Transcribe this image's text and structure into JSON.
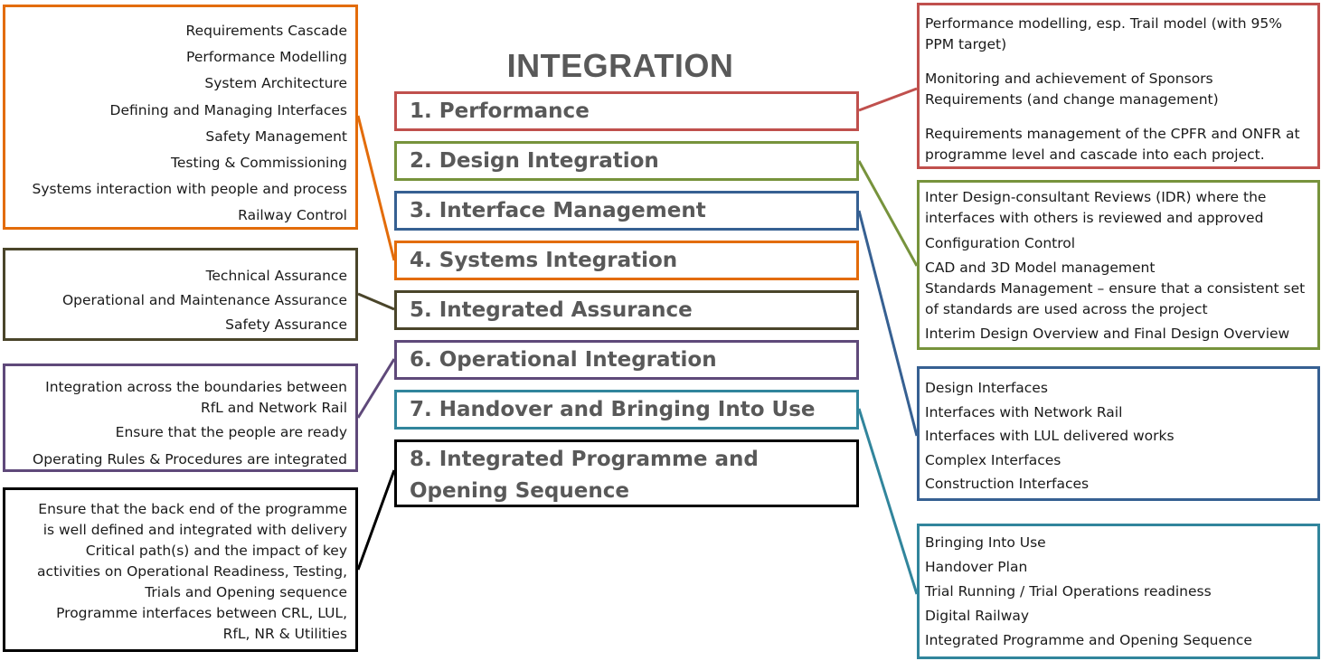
{
  "title": "INTEGRATION",
  "colors": {
    "orange": "#E36C0A",
    "red": "#C0504D",
    "green": "#77933C",
    "blue": "#366092",
    "olive": "#4A452A",
    "purple": "#5F497A",
    "teal": "#31859C",
    "black": "#000000"
  },
  "topics": [
    "1. Performance",
    "2. Design Integration",
    "3. Interface Management",
    "4. Systems Integration",
    "5. Integrated Assurance",
    "6. Operational Integration",
    "7. Handover and Bringing Into Use",
    "8. Integrated Programme and Opening Sequence"
  ],
  "left_boxes": {
    "systems": [
      "Requirements Cascade",
      "Performance Modelling",
      "System Architecture",
      "Defining and Managing Interfaces",
      "Safety Management",
      "Testing & Commissioning",
      "Systems interaction with people and process",
      "Railway Control"
    ],
    "assurance": [
      "Technical Assurance",
      "Operational and Maintenance Assurance",
      "Safety Assurance"
    ],
    "operational": [
      "Integration across the boundaries between RfL and Network Rail",
      "Ensure that the people are ready",
      "Operating Rules & Procedures are integrated"
    ],
    "programme": [
      "Ensure that the back end of the programme is well defined and integrated with delivery",
      "Critical path(s) and the impact of key activities on Operational Readiness, Testing, Trials and Opening sequence",
      "Programme interfaces between CRL, LUL, RfL, NR & Utilities"
    ]
  },
  "right_boxes": {
    "performance": [
      "Performance modelling, esp. Trail model (with 95% PPM target)",
      "Monitoring and achievement of Sponsors Requirements (and change management)",
      "Requirements management of the CPFR and ONFR at programme level and cascade into each project."
    ],
    "design": [
      "Inter Design-consultant Reviews (IDR) where the interfaces with others is reviewed and approved",
      "Configuration Control",
      "CAD and 3D Model management",
      "Standards Management – ensure that a consistent set of standards are used across the project",
      "Interim Design Overview and Final Design Overview"
    ],
    "interface": [
      "Design Interfaces",
      "Interfaces with Network Rail",
      "Interfaces with LUL delivered works",
      "Complex Interfaces",
      "Construction Interfaces"
    ],
    "handover": [
      "Bringing Into Use",
      "Handover Plan",
      "Trial Running / Trial Operations readiness",
      "Digital Railway",
      "Integrated Programme and Opening Sequence"
    ]
  }
}
